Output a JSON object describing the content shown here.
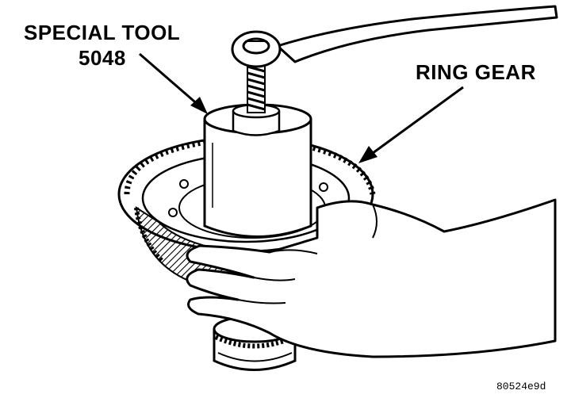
{
  "labels": {
    "special_tool_line1": "SPECIAL TOOL",
    "special_tool_line2": "5048",
    "ring_gear": "RING GEAR",
    "figure_code": "80524e9d"
  },
  "colors": {
    "ink": "#000000",
    "paper": "#ffffff"
  }
}
